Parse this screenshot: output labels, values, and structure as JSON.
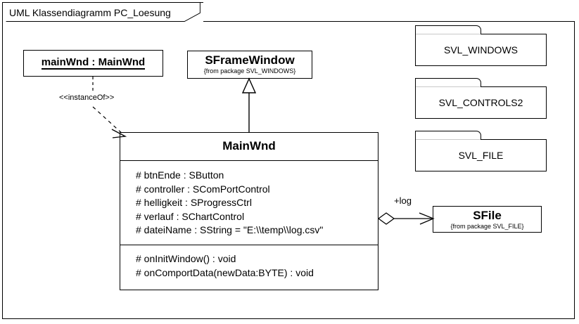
{
  "diagram": {
    "title": "UML Klassendiagramm PC_Loesung",
    "type": "uml-class-diagram"
  },
  "object_instance": {
    "name": "mainWnd : MainWnd"
  },
  "base_class": {
    "name": "SFrameWindow",
    "package_note": "{from package SVL_WINDOWS}"
  },
  "main_class": {
    "name": "MainWnd",
    "attributes": [
      "# btnEnde : SButton",
      "# controller : SComPortControl",
      "# helligkeit : SProgressCtrl",
      "# verlauf : SChartControl",
      "# dateiName : SString = \"E:\\\\temp\\\\log.csv\""
    ],
    "operations": [
      "# onInitWindow() : void",
      "# onComportData(newData:BYTE) : void"
    ]
  },
  "file_class": {
    "name": "SFile",
    "package_note": "{from package SVL_FILE}"
  },
  "packages": [
    {
      "name": "SVL_WINDOWS"
    },
    {
      "name": "SVL_CONTROLS2"
    },
    {
      "name": "SVL_FILE"
    }
  ],
  "relations": {
    "instance_of_label": "<<instanceOf>>",
    "aggregation_role_label": "+log"
  },
  "colors": {
    "stroke": "#000000",
    "fill": "#ffffff",
    "package_divider": "#c9c9c9"
  }
}
